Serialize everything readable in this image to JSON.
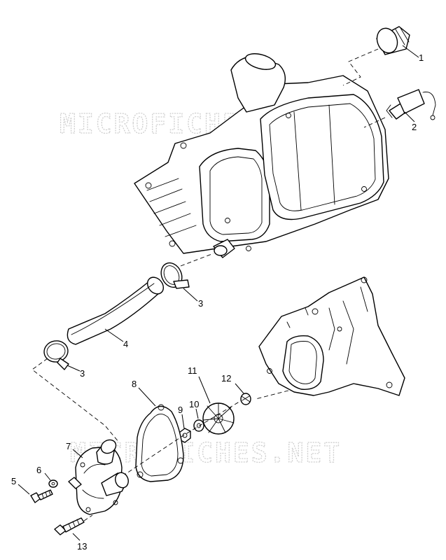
{
  "watermark": {
    "top": "MICROFICHES.NET",
    "bottom": "MICROFICHES.NET"
  },
  "callouts": {
    "c1": "1",
    "c2": "2",
    "c3a": "3",
    "c3b": "3",
    "c4": "4",
    "c5": "5",
    "c6": "6",
    "c7": "7",
    "c8": "8",
    "c9": "9",
    "c10": "10",
    "c11": "11",
    "c12": "12",
    "c13": "13"
  }
}
